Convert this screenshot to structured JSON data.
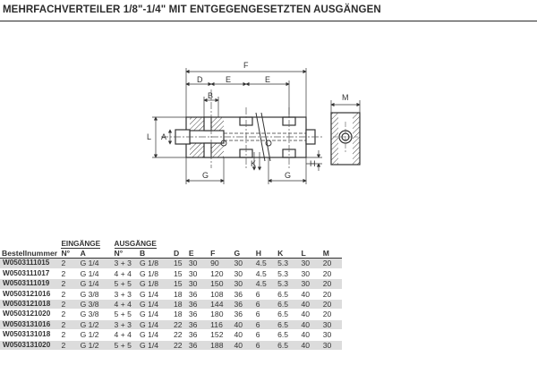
{
  "title": "MEHRFACHVERTEILER 1/8\"-1/4\" MIT ENTGEGENGESETZTEN AUSGÄNGEN",
  "drawing": {
    "labels": {
      "F": "F",
      "D": "D",
      "E1": "E",
      "E2": "E",
      "B": "B",
      "L": "L",
      "A": "A",
      "G1": "G",
      "G2": "G",
      "K": "K",
      "H": "H",
      "M": "M"
    }
  },
  "table": {
    "groups": {
      "inlets": "EINGÄNGE",
      "outlets": "AUSGÄNGE"
    },
    "headers": [
      "Bestellnummer",
      "N°",
      "A",
      "N°",
      "B",
      "D",
      "E",
      "F",
      "G",
      "H",
      "K",
      "L",
      "M"
    ],
    "rows": [
      [
        "W0503111015",
        "2",
        "G 1/4",
        "3 + 3",
        "G 1/8",
        "15",
        "30",
        "90",
        "30",
        "4.5",
        "5.3",
        "30",
        "20"
      ],
      [
        "W0503111017",
        "2",
        "G 1/4",
        "4 + 4",
        "G 1/8",
        "15",
        "30",
        "120",
        "30",
        "4.5",
        "5.3",
        "30",
        "20"
      ],
      [
        "W0503111019",
        "2",
        "G 1/4",
        "5 + 5",
        "G 1/8",
        "15",
        "30",
        "150",
        "30",
        "4.5",
        "5.3",
        "30",
        "20"
      ],
      [
        "W0503121016",
        "2",
        "G 3/8",
        "3 + 3",
        "G 1/4",
        "18",
        "36",
        "108",
        "36",
        "6",
        "6.5",
        "40",
        "20"
      ],
      [
        "W0503121018",
        "2",
        "G 3/8",
        "4 + 4",
        "G 1/4",
        "18",
        "36",
        "144",
        "36",
        "6",
        "6.5",
        "40",
        "20"
      ],
      [
        "W0503121020",
        "2",
        "G 3/8",
        "5 + 5",
        "G 1/4",
        "18",
        "36",
        "180",
        "36",
        "6",
        "6.5",
        "40",
        "20"
      ],
      [
        "W0503131016",
        "2",
        "G 1/2",
        "3 + 3",
        "G 1/4",
        "22",
        "36",
        "116",
        "40",
        "6",
        "6.5",
        "40",
        "30"
      ],
      [
        "W0503131018",
        "2",
        "G 1/2",
        "4 + 4",
        "G 1/4",
        "22",
        "36",
        "152",
        "40",
        "6",
        "6.5",
        "40",
        "30"
      ],
      [
        "W0503131020",
        "2",
        "G 1/2",
        "5 + 5",
        "G 1/4",
        "22",
        "36",
        "188",
        "40",
        "6",
        "6.5",
        "40",
        "30"
      ]
    ]
  }
}
